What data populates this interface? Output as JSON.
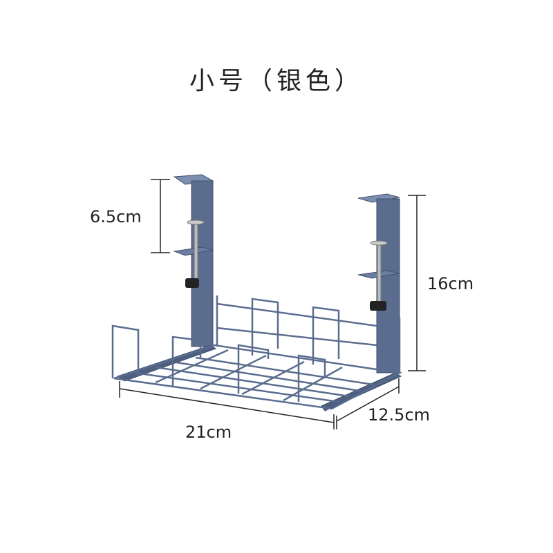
{
  "title": "小号（银色）",
  "dimensions": {
    "clamp_gap": "6.5cm",
    "height": "16cm",
    "width": "21cm",
    "depth": "12.5cm"
  },
  "colors": {
    "metal": "#5a6d8f",
    "metal_dark": "#3f4f6e",
    "line": "#222222"
  }
}
